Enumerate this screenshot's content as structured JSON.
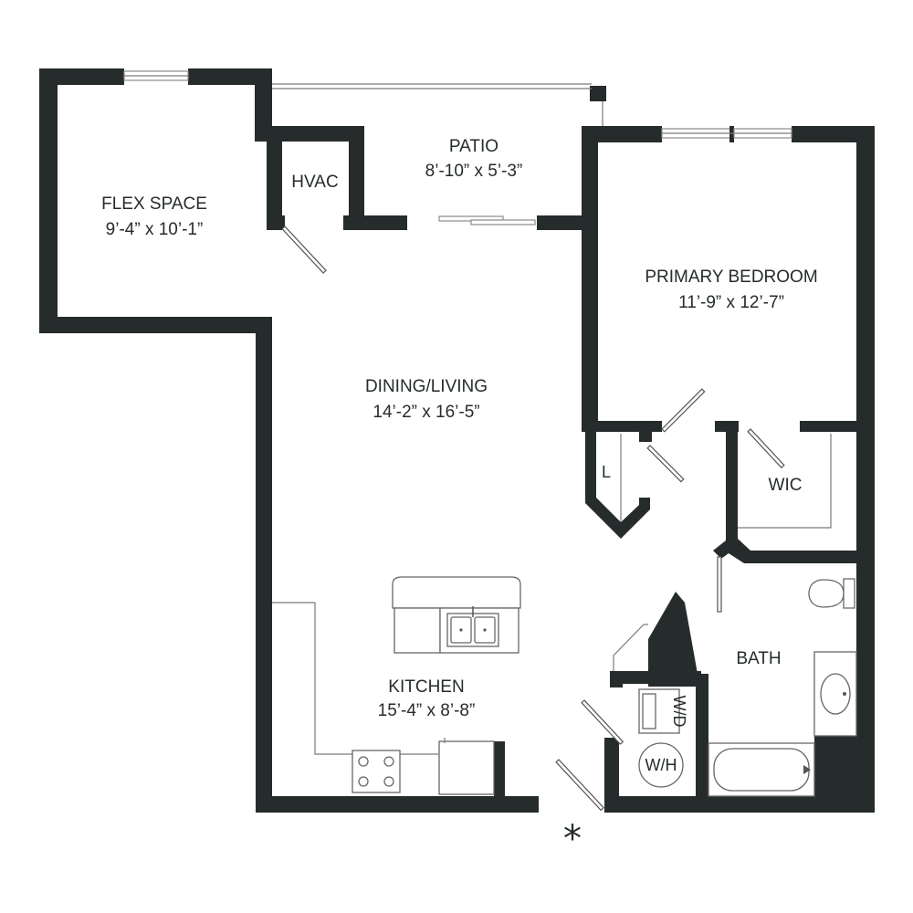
{
  "rooms": {
    "flex_space": {
      "name": "FLEX SPACE",
      "size": "9’-4” x 10’-1”"
    },
    "patio": {
      "name": "PATIO",
      "size": "8’-10” x 5’-3”"
    },
    "hvac": {
      "name": "HVAC"
    },
    "primary_bedroom": {
      "name": "PRIMARY BEDROOM",
      "size": "11’-9” x 12’-7”"
    },
    "dining_living": {
      "name": "DINING/LIVING",
      "size": "14’-2” x 16’-5”"
    },
    "linen": {
      "name": "L"
    },
    "wic": {
      "name": "WIC"
    },
    "kitchen": {
      "name": "KITCHEN",
      "size": "15’-4” x 8’-8”"
    },
    "bath": {
      "name": "BATH"
    },
    "washer_dryer": {
      "name": "W/D"
    },
    "water_heater": {
      "name": "W/H"
    }
  },
  "entry_marker": "*",
  "colors": {
    "wall": "#262b2b",
    "background": "#ffffff"
  }
}
